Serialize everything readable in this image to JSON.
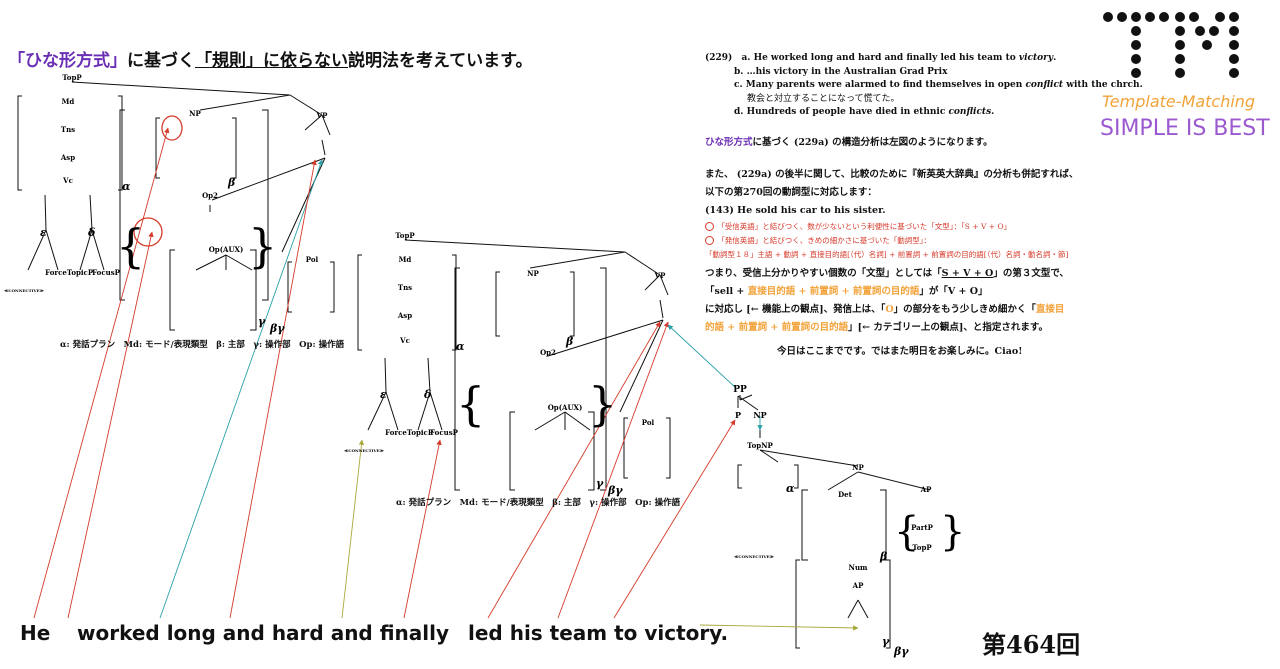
{
  "title": {
    "part1": "「ひな形方式」",
    "part2": "に基づく",
    "part3": "「規則」に依らない",
    "part4": "説明法を考えています。"
  },
  "logo": {
    "caption1": "Template-Matching",
    "caption2": "SIMPLE IS BEST"
  },
  "examples": [
    {
      "num": "(229)",
      "letter": "a.",
      "text": "He worked long and hard and finally led his team to ",
      "italic": "victory",
      "end": "."
    },
    {
      "num": "",
      "letter": "b.",
      "text": "…his victory in the Australian Grad Prix",
      "italic": "",
      "end": ""
    },
    {
      "num": "",
      "letter": "c.",
      "text": "Many parents were alarmed to find themselves in open ",
      "italic": "conflict",
      "end": " with the chrch."
    },
    {
      "num": "",
      "letter": "",
      "text": "教会と対立することになって慌てた。",
      "italic": "",
      "end": ""
    },
    {
      "num": "",
      "letter": "d.",
      "text": "Hundreds of people have died in ethnic ",
      "italic": "conflicts",
      "end": "."
    }
  ],
  "analysis": {
    "lead": "ひな形方式",
    "rest": "に基づく (229a) の構造分析は左図のようになります。"
  },
  "paragraph2": {
    "line1": "また、 (229a) の後半に関して、比較のために『新英英大辞典』の分析も併記すれば、",
    "line2": "以下の第270回の動詞型に対応します：",
    "example": "(143) He sold his car to his sister.",
    "circle1": "「受信英語」と結びつく、数が少ないという利便性に基づいた「文型」：「S + V + O」",
    "circle2": "「発信英語」と結びつく、きめの細かさに基づいた「動詞型」：",
    "pattern": "「動詞型１８」主語 + 動詞 + 直接目的語[（代）名詞] + 前置詞 + 前置詞の目的語[（代）名詞・動名詞・節]",
    "line3a": "つまり、受信上分かりやすい個数の「文型」としては「",
    "line3b": "S + V + O",
    "line3c": "」の第３文型で、",
    "line4a": "「sell + ",
    "line4b": "直接目的語 + 前置詞 + 前置詞の目的語",
    "line4c": "」が「V + O」",
    "line5a": "に対応し [← 機能上の観点]、発信上は、「",
    "line5b": "O",
    "line5c": "」の部分をもう少しきめ細かく「",
    "line5d": "直接目",
    "line6a": "的語 + 前置詞 + 前置詞の目的語",
    "line6b": "」[← カテゴリー上の観点]、と指定されます。",
    "closing": "今日はここまでです。ではまた明日をお楽しみに。Ciao!"
  },
  "legend1": "α: 発話プラン　Md: モード/表現類型　β: 主部　γ: 操作部　Op: 操作語",
  "legend2": "α: 発話プラン　Md: モード/表現類型　β: 主部　γ: 操作部　Op: 操作語",
  "tree_labels": {
    "topP": "TopP",
    "vp": "VP",
    "np": "NP",
    "pp": "PP",
    "p": "P",
    "topNP": "TopNP",
    "ap": "AP",
    "md": "Md",
    "tns": "Tns",
    "asp": "Asp",
    "vc": "Vc",
    "op2": "Op2",
    "opaux": "Op(AUX)",
    "pol": "Pol",
    "force": "Force",
    "topicP": "TopicP",
    "focusP": "FocusP",
    "connective": "≪CONNECTIVE≫",
    "det": "Det",
    "num": "Num",
    "partP": "PartP"
  },
  "sentence": {
    "w1": "He",
    "w2": "worked long and hard and finally",
    "w3": "led his team to victory."
  },
  "episode": "第464回",
  "colors": {
    "purple": "#6a2fb5",
    "red": "#d63a2a",
    "orange": "#f2a33a",
    "teal": "#2aa0a8",
    "olive": "#a8a83a"
  }
}
